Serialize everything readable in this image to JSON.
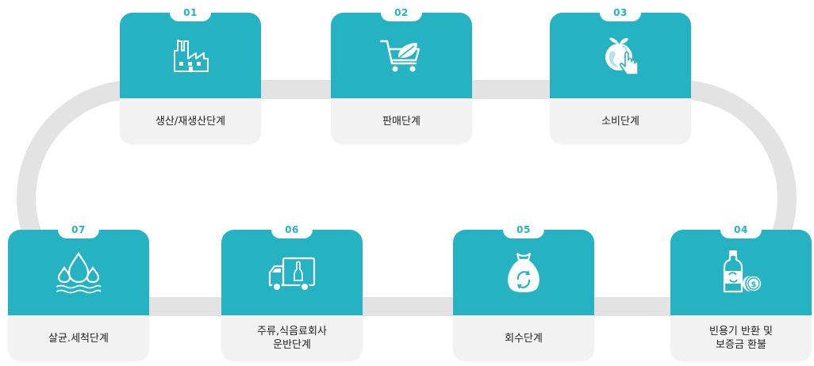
{
  "colors": {
    "teal": "#25b3c4",
    "track": "#e3e3e3",
    "label_bg": "#f2f2f2"
  },
  "steps": [
    {
      "number": "01",
      "lines": [
        "생산/재생산단계"
      ],
      "icon": "factory-icon"
    },
    {
      "number": "02",
      "lines": [
        "판매단계"
      ],
      "icon": "shopping-cart-leaf-icon"
    },
    {
      "number": "03",
      "lines": [
        "소비단계"
      ],
      "icon": "globe-hand-icon"
    },
    {
      "number": "04",
      "lines": [
        "빈용기 반환 및",
        "보증금 환불"
      ],
      "icon": "bottle-coins-icon"
    },
    {
      "number": "05",
      "lines": [
        "회수단계"
      ],
      "icon": "recycle-bag-icon"
    },
    {
      "number": "06",
      "lines": [
        "주류,식음료회사",
        "운반단계"
      ],
      "icon": "delivery-truck-icon"
    },
    {
      "number": "07",
      "lines": [
        "살균.세척단계"
      ],
      "icon": "water-drops-icon"
    }
  ]
}
